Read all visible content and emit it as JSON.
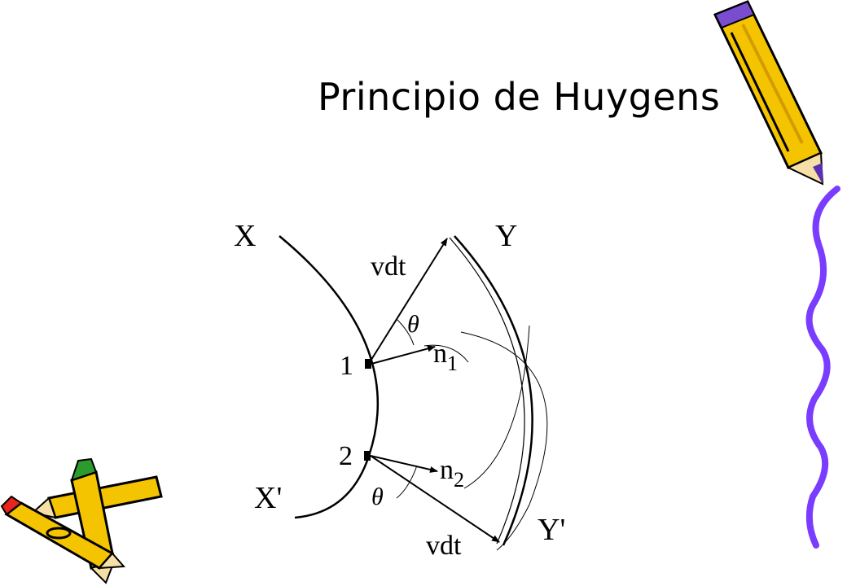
{
  "slide": {
    "title": "Principio de Huygens"
  },
  "diagram": {
    "labels": {
      "x": "X",
      "x_prime": "X'",
      "y": "Y",
      "y_prime": "Y'",
      "vdt_top": "vdt",
      "vdt_bottom": "vdt",
      "theta_top": "θ",
      "theta_bottom": "θ",
      "point1": "1",
      "point2": "2",
      "n": "n",
      "n1_sub": "1",
      "n2_sub": "2"
    }
  },
  "colors": {
    "pencil_yellow": "#f5c400",
    "pencil_red": "#e8241c",
    "pencil_green": "#2d9a2d",
    "squiggle_purple": "#7a3cff"
  }
}
